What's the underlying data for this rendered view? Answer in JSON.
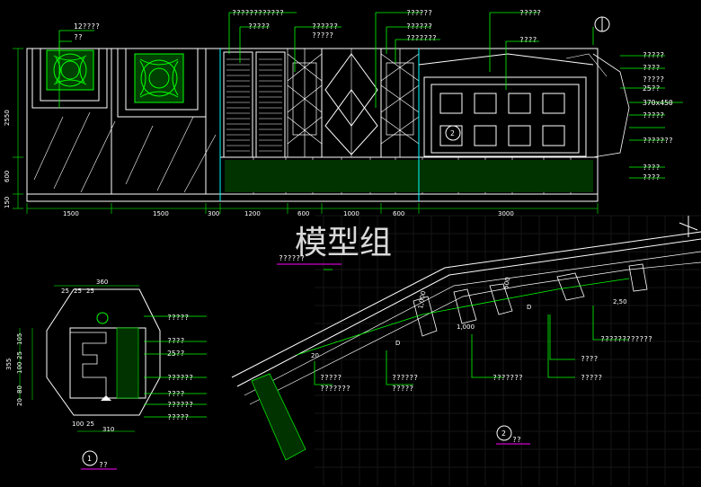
{
  "watermark": "模型组",
  "elevation": {
    "callouts": [
      "12????",
      "??",
      "????????????",
      "?????",
      "??????",
      "?????",
      "??????",
      "??????",
      "???????",
      "?????",
      "????",
      "?????",
      "????",
      "?????",
      "25??",
      "370x450",
      "?????",
      "???????",
      "????",
      "????"
    ],
    "height_dims": [
      "2550",
      "600",
      "150"
    ],
    "width_dims": [
      "1500",
      "1500",
      "300",
      "1200",
      "600",
      "1000",
      "600",
      "3000"
    ],
    "marker_number": "2"
  },
  "section_1": {
    "top_dim": "360",
    "sub_dims": [
      "25",
      "25",
      "25"
    ],
    "side_dims": [
      "355",
      "25",
      "105",
      "100",
      "80",
      "20"
    ],
    "bottom_dims": [
      "100",
      "25",
      "310"
    ],
    "callouts": [
      "?????",
      "????",
      "25??",
      "??????",
      "????",
      "??????",
      "?????"
    ],
    "title_number": "1",
    "title_text": "??"
  },
  "plan_2": {
    "top_label": "??????",
    "dims": [
      "20",
      "D",
      "1,000",
      "D",
      "2,50",
      "500",
      "1,000"
    ],
    "callouts": [
      "?????",
      "???????",
      "??????",
      "?????",
      "???????",
      "?????",
      "????",
      "????????????"
    ],
    "title_number": "2",
    "title_text": "??"
  },
  "colors": {
    "background": "#000000",
    "outline": "#ffffff",
    "accent_green": "#00ff00",
    "dim_green": "#00c000",
    "cyan": "#00ffff",
    "magenta": "#ff00ff",
    "grid": "#1a1a1a"
  }
}
